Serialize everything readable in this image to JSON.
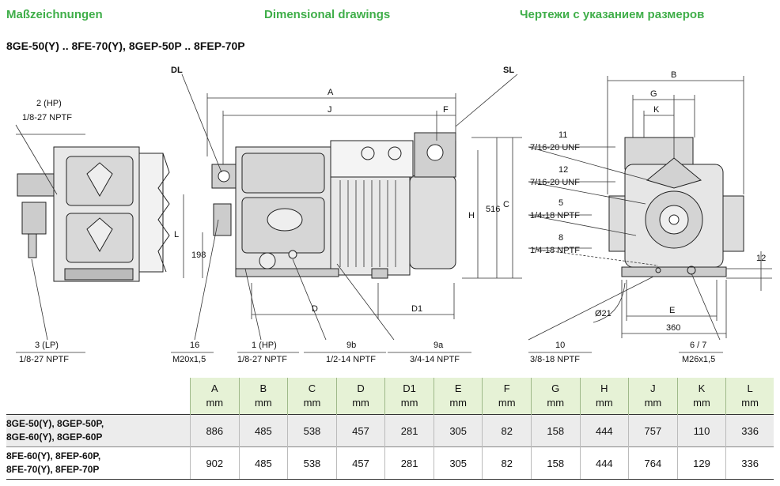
{
  "headers": {
    "de": "Maßzeichnungen",
    "en": "Dimensional drawings",
    "ru": "Чертежи с указанием размеров"
  },
  "subtitle": "8GE-50(Y) .. 8FE-70(Y), 8GEP-50P .. 8FEP-70P",
  "labels": {
    "dl": "DL",
    "sl": "SL",
    "p2_num": "2 (HP)",
    "p2_thread": "1/8-27 NPTF",
    "p3_num": "3 (LP)",
    "p3_thread": "1/8-27 NPTF",
    "p16_num": "16",
    "p16_thread": "M20x1,5",
    "p1_num": "1 (HP)",
    "p1_thread": "1/8-27 NPTF",
    "p9b_num": "9b",
    "p9b_thread": "1/2-14 NPTF",
    "p9a_num": "9a",
    "p9a_thread": "3/4-14 NPTF",
    "p11_num": "11",
    "p11_thread": "7/16-20 UNF",
    "p12_num": "12",
    "p12_thread": "7/16-20 UNF",
    "p5_num": "5",
    "p5_thread": "1/4-18 NPTF",
    "p8_num": "8",
    "p8_thread": "1/4-18 NPTF",
    "p10_num": "10",
    "p10_thread": "3/8-18 NPTF",
    "p67_num": "6 / 7",
    "p67_thread": "M26x1,5",
    "dim_a": "A",
    "dim_j": "J",
    "dim_f": "F",
    "dim_l": "L",
    "dim_198": "198",
    "dim_h": "H",
    "dim_516": "516",
    "dim_c": "C",
    "dim_d": "D",
    "dim_d1": "D1",
    "dim_b": "B",
    "dim_g": "G",
    "dim_k": "K",
    "dim_e": "E",
    "dim_360": "360",
    "dim_12": "12",
    "dim_o21": "Ø21"
  },
  "table": {
    "columns": [
      {
        "name": "A",
        "unit": "mm"
      },
      {
        "name": "B",
        "unit": "mm"
      },
      {
        "name": "C",
        "unit": "mm"
      },
      {
        "name": "D",
        "unit": "mm"
      },
      {
        "name": "D1",
        "unit": "mm"
      },
      {
        "name": "E",
        "unit": "mm"
      },
      {
        "name": "F",
        "unit": "mm"
      },
      {
        "name": "G",
        "unit": "mm"
      },
      {
        "name": "H",
        "unit": "mm"
      },
      {
        "name": "J",
        "unit": "mm"
      },
      {
        "name": "K",
        "unit": "mm"
      },
      {
        "name": "L",
        "unit": "mm"
      }
    ],
    "rows": [
      {
        "model_line1": "8GE-50(Y), 8GEP-50P,",
        "model_line2": "8GE-60(Y), 8GEP-60P",
        "values": [
          "886",
          "485",
          "538",
          "457",
          "281",
          "305",
          "82",
          "158",
          "444",
          "757",
          "110",
          "336"
        ]
      },
      {
        "model_line1": "8FE-60(Y), 8FEP-60P,",
        "model_line2": "8FE-70(Y), 8FEP-70P",
        "values": [
          "902",
          "485",
          "538",
          "457",
          "281",
          "305",
          "82",
          "158",
          "444",
          "764",
          "129",
          "336"
        ]
      }
    ]
  }
}
